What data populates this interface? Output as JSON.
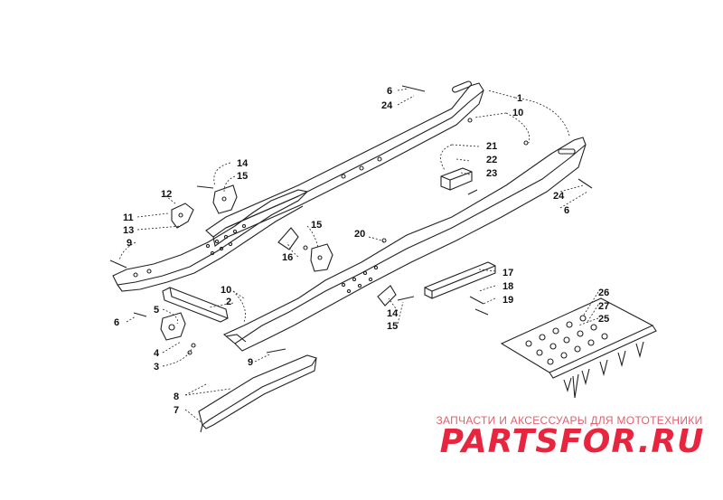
{
  "diagram": {
    "callouts": [
      {
        "id": "c1",
        "text": "1"
      },
      {
        "id": "c2",
        "text": "2"
      },
      {
        "id": "c3",
        "text": "3"
      },
      {
        "id": "c4",
        "text": "4"
      },
      {
        "id": "c5",
        "text": "5"
      },
      {
        "id": "c6a",
        "text": "6"
      },
      {
        "id": "c6b",
        "text": "6"
      },
      {
        "id": "c6c",
        "text": "6"
      },
      {
        "id": "c7",
        "text": "7"
      },
      {
        "id": "c8",
        "text": "8"
      },
      {
        "id": "c9a",
        "text": "9"
      },
      {
        "id": "c9b",
        "text": "9"
      },
      {
        "id": "c10a",
        "text": "10"
      },
      {
        "id": "c10b",
        "text": "10"
      },
      {
        "id": "c11",
        "text": "11"
      },
      {
        "id": "c12",
        "text": "12"
      },
      {
        "id": "c13",
        "text": "13"
      },
      {
        "id": "c14a",
        "text": "14"
      },
      {
        "id": "c14b",
        "text": "14"
      },
      {
        "id": "c15a",
        "text": "15"
      },
      {
        "id": "c15b",
        "text": "15"
      },
      {
        "id": "c15c",
        "text": "15"
      },
      {
        "id": "c16",
        "text": "16"
      },
      {
        "id": "c17",
        "text": "17"
      },
      {
        "id": "c18",
        "text": "18"
      },
      {
        "id": "c19",
        "text": "19"
      },
      {
        "id": "c20",
        "text": "20"
      },
      {
        "id": "c21",
        "text": "21"
      },
      {
        "id": "c22",
        "text": "22"
      },
      {
        "id": "c23",
        "text": "23"
      },
      {
        "id": "c24a",
        "text": "24"
      },
      {
        "id": "c24b",
        "text": "24"
      },
      {
        "id": "c25",
        "text": "25"
      },
      {
        "id": "c26",
        "text": "26"
      },
      {
        "id": "c27",
        "text": "27"
      }
    ]
  },
  "watermark": {
    "tagline": "ЗАПЧАСТИ И АКСЕССУАРЫ ДЛЯ МОТОТЕХНИКИ",
    "logo": "PARTSFOR.RU",
    "color": "#e8253f"
  },
  "colors": {
    "line": "#222222",
    "background": "#ffffff"
  }
}
